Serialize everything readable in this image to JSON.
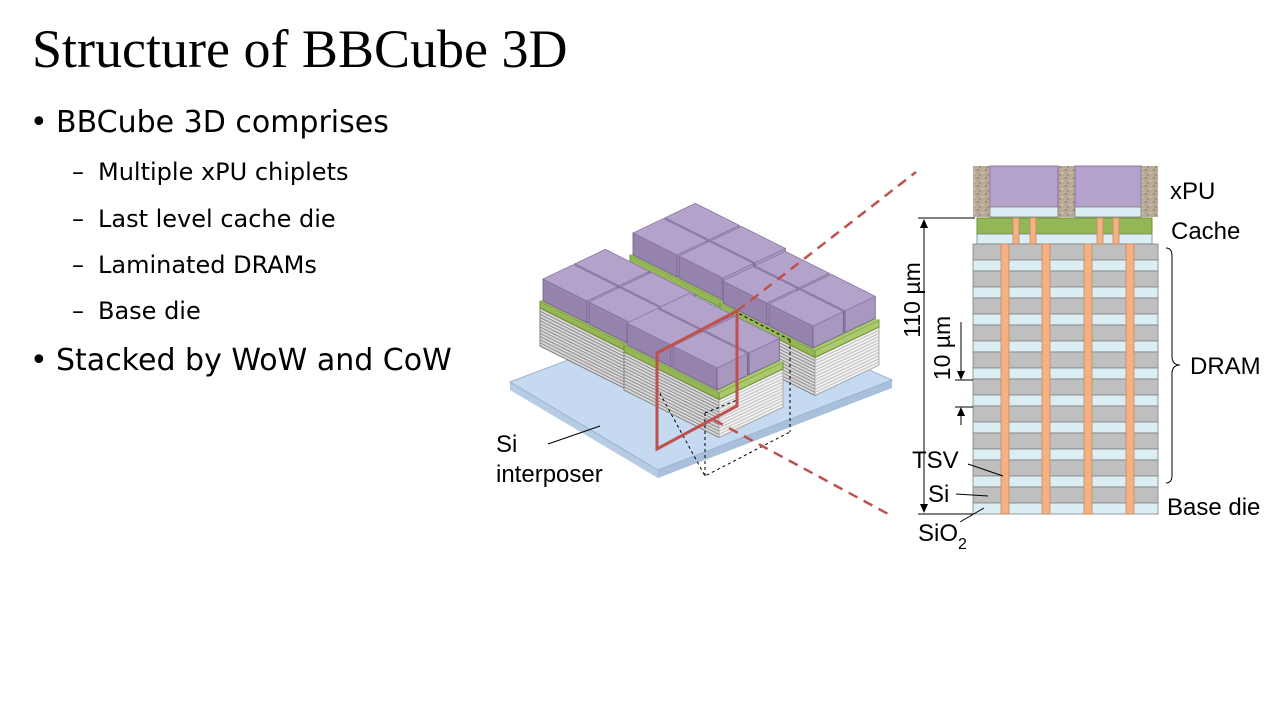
{
  "slide": {
    "title": "Structure of BBCube 3D",
    "bullets": [
      {
        "text": "BBCube 3D comprises",
        "subitems": [
          "Multiple xPU chiplets",
          "Last level cache die",
          "Laminated DRAMs",
          "Base die"
        ]
      },
      {
        "text": "Stacked by WoW and CoW",
        "subitems": []
      }
    ],
    "bullet_glyph": "•",
    "dash_glyph": "–"
  },
  "diagram": {
    "labels": {
      "si": "Si",
      "interposer": "interposer",
      "xpu": "xPU",
      "cache": "Cache",
      "dram": "DRAM",
      "base_die": "Base die",
      "tsv": "TSV",
      "si_layer": "Si",
      "sio2_main": "SiO",
      "sio2_sub": "2",
      "dim_110": "110 µm",
      "dim_10": "10 µm"
    },
    "colors": {
      "xpu": "#b3a2c9",
      "cache": "#93b755",
      "dram_si": "#bfbfbf",
      "dram_oxide": "#daeef3",
      "tsv": "#f4b183",
      "interposer": "#c5d9f1",
      "section": "#c0504d"
    }
  }
}
